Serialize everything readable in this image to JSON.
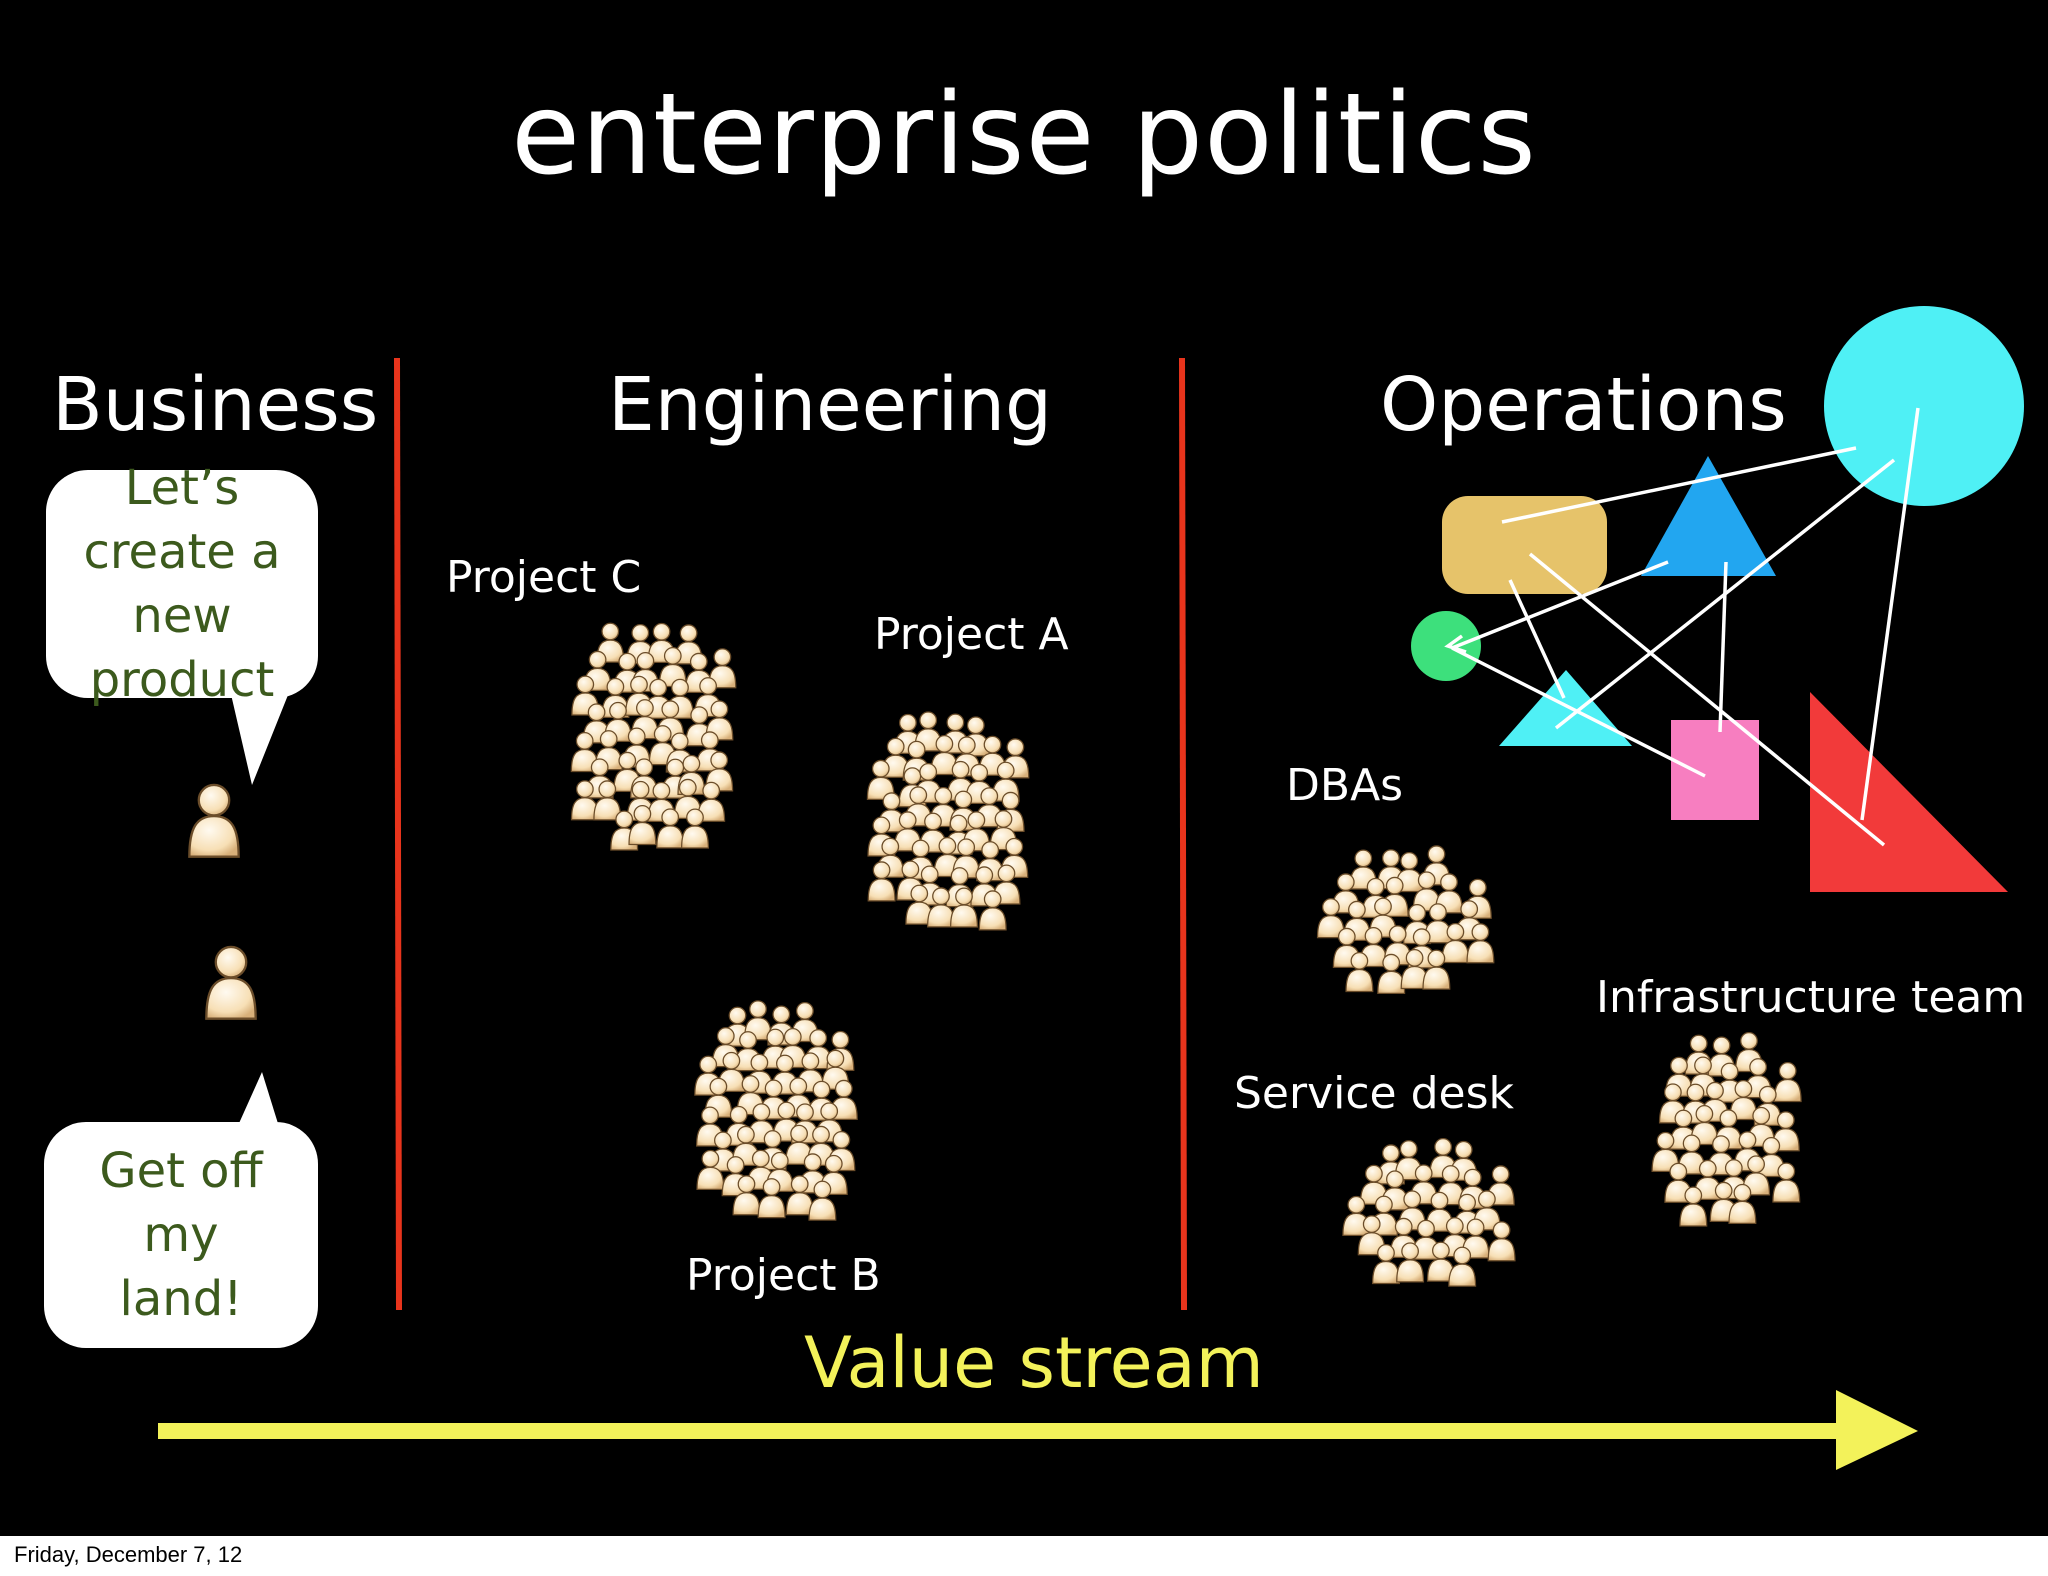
{
  "slide": {
    "title": "enterprise politics",
    "columns": {
      "business": "Business",
      "engineering": "Engineering",
      "operations": "Operations"
    },
    "speech_bubbles": {
      "top": "Let’s create a new product",
      "bottom": "Get off my land!"
    },
    "groups": {
      "project_c": "Project C",
      "project_a": "Project A",
      "project_b": "Project B",
      "dbas": "DBAs",
      "service_desk": "Service desk",
      "infrastructure_team": "Infrastructure team"
    },
    "value_stream": "Value stream",
    "colors": {
      "background": "#000000",
      "divider": "#e8341c",
      "arrow": "#f3f25a",
      "bubble_text": "#3c5a1d",
      "person": "#fbe6c4",
      "shape_gold": "#e6c36a",
      "shape_blue": "#22a6f0",
      "shape_cyan": "#4ff0f5",
      "shape_green": "#3de07c",
      "shape_pink": "#f77ec0",
      "shape_red": "#f23a3a"
    }
  },
  "footer": {
    "date": "Friday, December 7, 12"
  }
}
